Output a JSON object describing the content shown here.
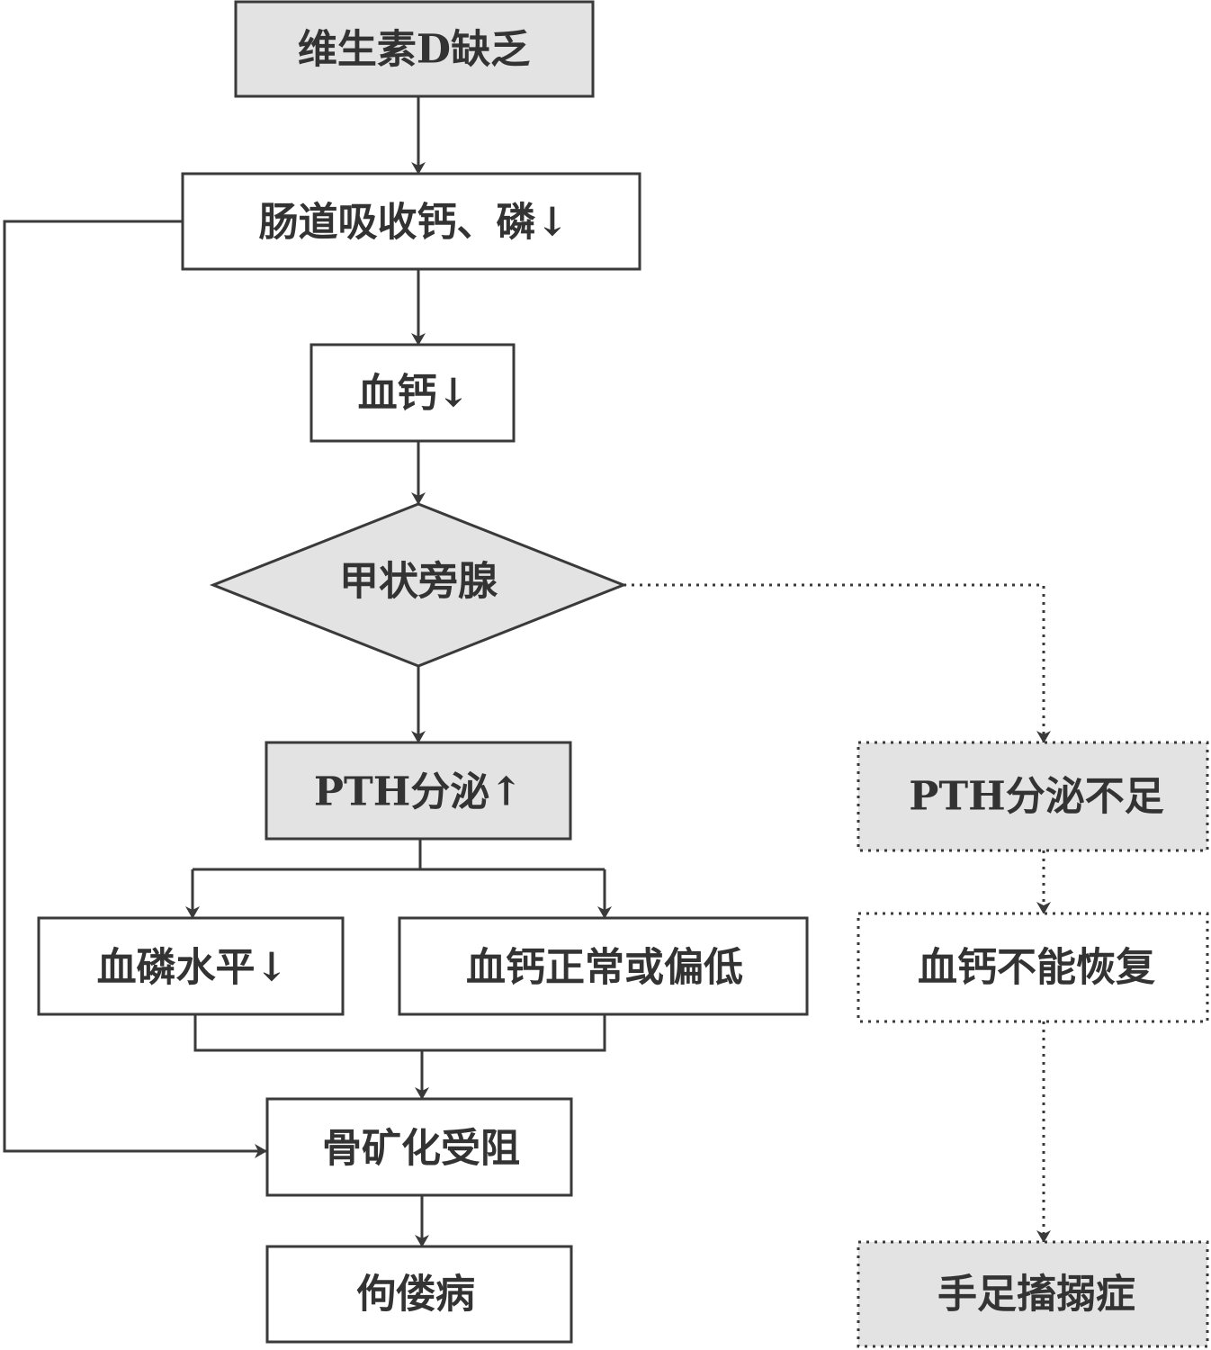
{
  "nodes": {
    "vitd": "维生素D缺乏",
    "absorb": "肠道吸收钙、磷↓",
    "blood_ca": "血钙↓",
    "parathyroid": "甲状旁腺",
    "pth_up": "PTH分泌↑",
    "blood_p": "血磷水平↓",
    "ca_normal": "血钙正常或偏低",
    "bone": "骨矿化受阻",
    "rickets": "佝偻病",
    "pth_low": "PTH分泌不足",
    "ca_not_recover": "血钙不能恢复",
    "tetany": "手足搐搦症"
  },
  "colors": {
    "line": "#3a3a3a",
    "box_fill_gray": "#e3e3e3",
    "box_fill_white": "#ffffff",
    "text": "#333333"
  }
}
